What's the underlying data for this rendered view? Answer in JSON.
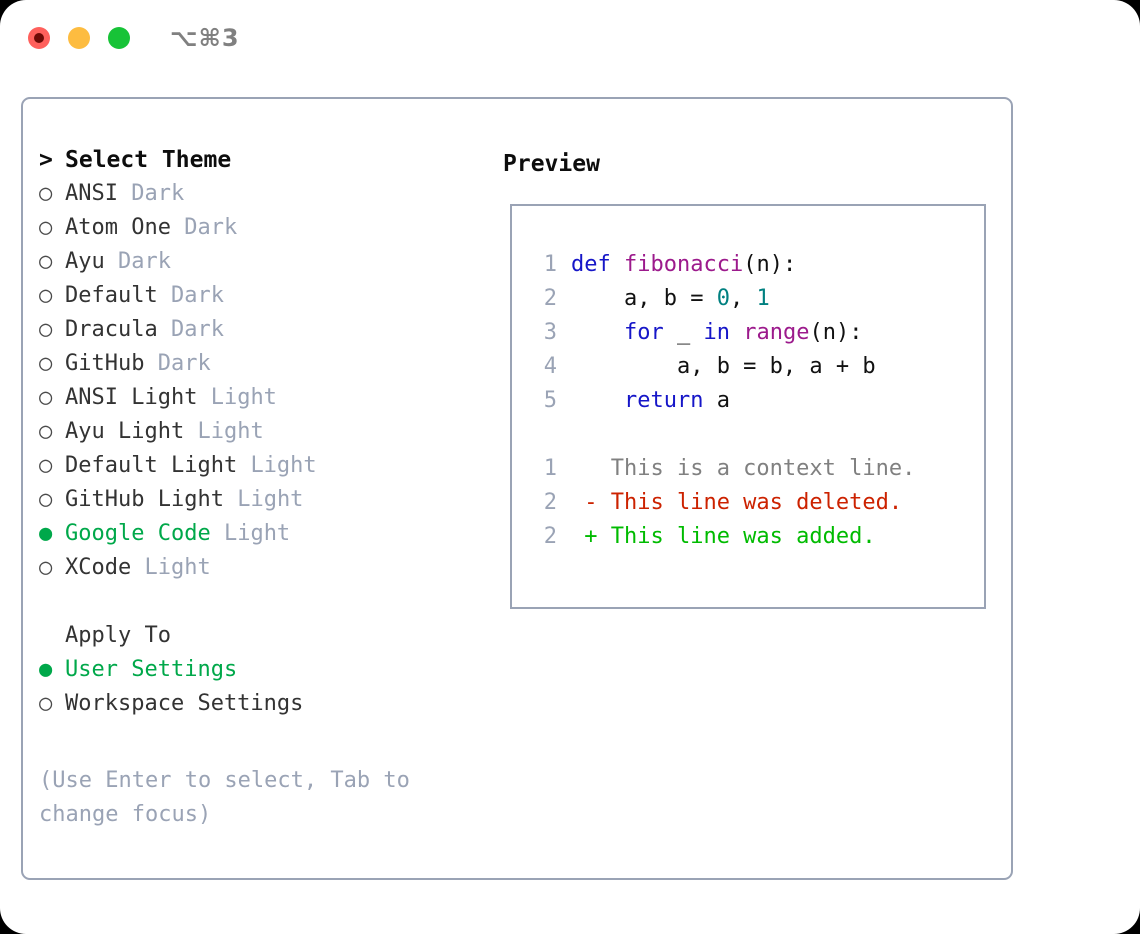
{
  "titlebar": {
    "shortcut": "⌥⌘3",
    "buttons": {
      "close": "close",
      "minimize": "minimize",
      "maximize": "maximize"
    }
  },
  "colors": {
    "accent_green": "#00a84a",
    "border": "#9aa3b5",
    "muted": "#9aa3b5",
    "keyword": "#1616c8",
    "function": "#9c1a8c",
    "number": "#008080",
    "diff_delete": "#cc2200",
    "diff_add": "#00bb00",
    "context": "#808080"
  },
  "theme_select": {
    "heading": "Select Theme",
    "heading_prefix": ">",
    "bullet_selected": "●",
    "bullet_unselected": "○",
    "items": [
      {
        "name": "ANSI",
        "tag": "Dark",
        "selected": false
      },
      {
        "name": "Atom One",
        "tag": "Dark",
        "selected": false
      },
      {
        "name": "Ayu",
        "tag": "Dark",
        "selected": false
      },
      {
        "name": "Default",
        "tag": "Dark",
        "selected": false
      },
      {
        "name": "Dracula",
        "tag": "Dark",
        "selected": false
      },
      {
        "name": "GitHub",
        "tag": "Dark",
        "selected": false
      },
      {
        "name": "ANSI Light",
        "tag": "Light",
        "selected": false
      },
      {
        "name": "Ayu Light",
        "tag": "Light",
        "selected": false
      },
      {
        "name": "Default Light",
        "tag": "Light",
        "selected": false
      },
      {
        "name": "GitHub Light",
        "tag": "Light",
        "selected": false
      },
      {
        "name": "Google Code",
        "tag": "Light",
        "selected": true
      },
      {
        "name": "XCode",
        "tag": "Light",
        "selected": false
      }
    ]
  },
  "apply_to": {
    "heading": "Apply To",
    "items": [
      {
        "name": "User Settings",
        "selected": true
      },
      {
        "name": "Workspace Settings",
        "selected": false
      }
    ]
  },
  "hint": "(Use Enter to select, Tab to change focus)",
  "preview": {
    "title": "Preview",
    "code_lines": [
      {
        "number": "1",
        "spans": [
          {
            "t": "def ",
            "c": "kw"
          },
          {
            "t": "fibonacci",
            "c": "fn"
          },
          {
            "t": "(n):",
            "c": "pl"
          }
        ]
      },
      {
        "number": "2",
        "spans": [
          {
            "t": "    a, b = ",
            "c": "pl"
          },
          {
            "t": "0",
            "c": "num"
          },
          {
            "t": ", ",
            "c": "pl"
          },
          {
            "t": "1",
            "c": "num"
          }
        ]
      },
      {
        "number": "3",
        "spans": [
          {
            "t": "    for ",
            "c": "kw"
          },
          {
            "t": "_ ",
            "c": "pl"
          },
          {
            "t": "in ",
            "c": "kw"
          },
          {
            "t": "range",
            "c": "fn"
          },
          {
            "t": "(n):",
            "c": "pl"
          }
        ]
      },
      {
        "number": "4",
        "spans": [
          {
            "t": "        a, b = b, a + b",
            "c": "pl"
          }
        ]
      },
      {
        "number": "5",
        "spans": [
          {
            "t": "    return ",
            "c": "kw"
          },
          {
            "t": "a",
            "c": "pl"
          }
        ]
      },
      {
        "number": "",
        "spans": []
      },
      {
        "number": "1",
        "spans": [
          {
            "t": "   This is a context line.",
            "c": "ctx"
          }
        ]
      },
      {
        "number": "2",
        "spans": [
          {
            "t": " - This line was deleted.",
            "c": "del"
          }
        ]
      },
      {
        "number": "2",
        "spans": [
          {
            "t": " + This line was added.",
            "c": "add"
          }
        ]
      }
    ]
  }
}
